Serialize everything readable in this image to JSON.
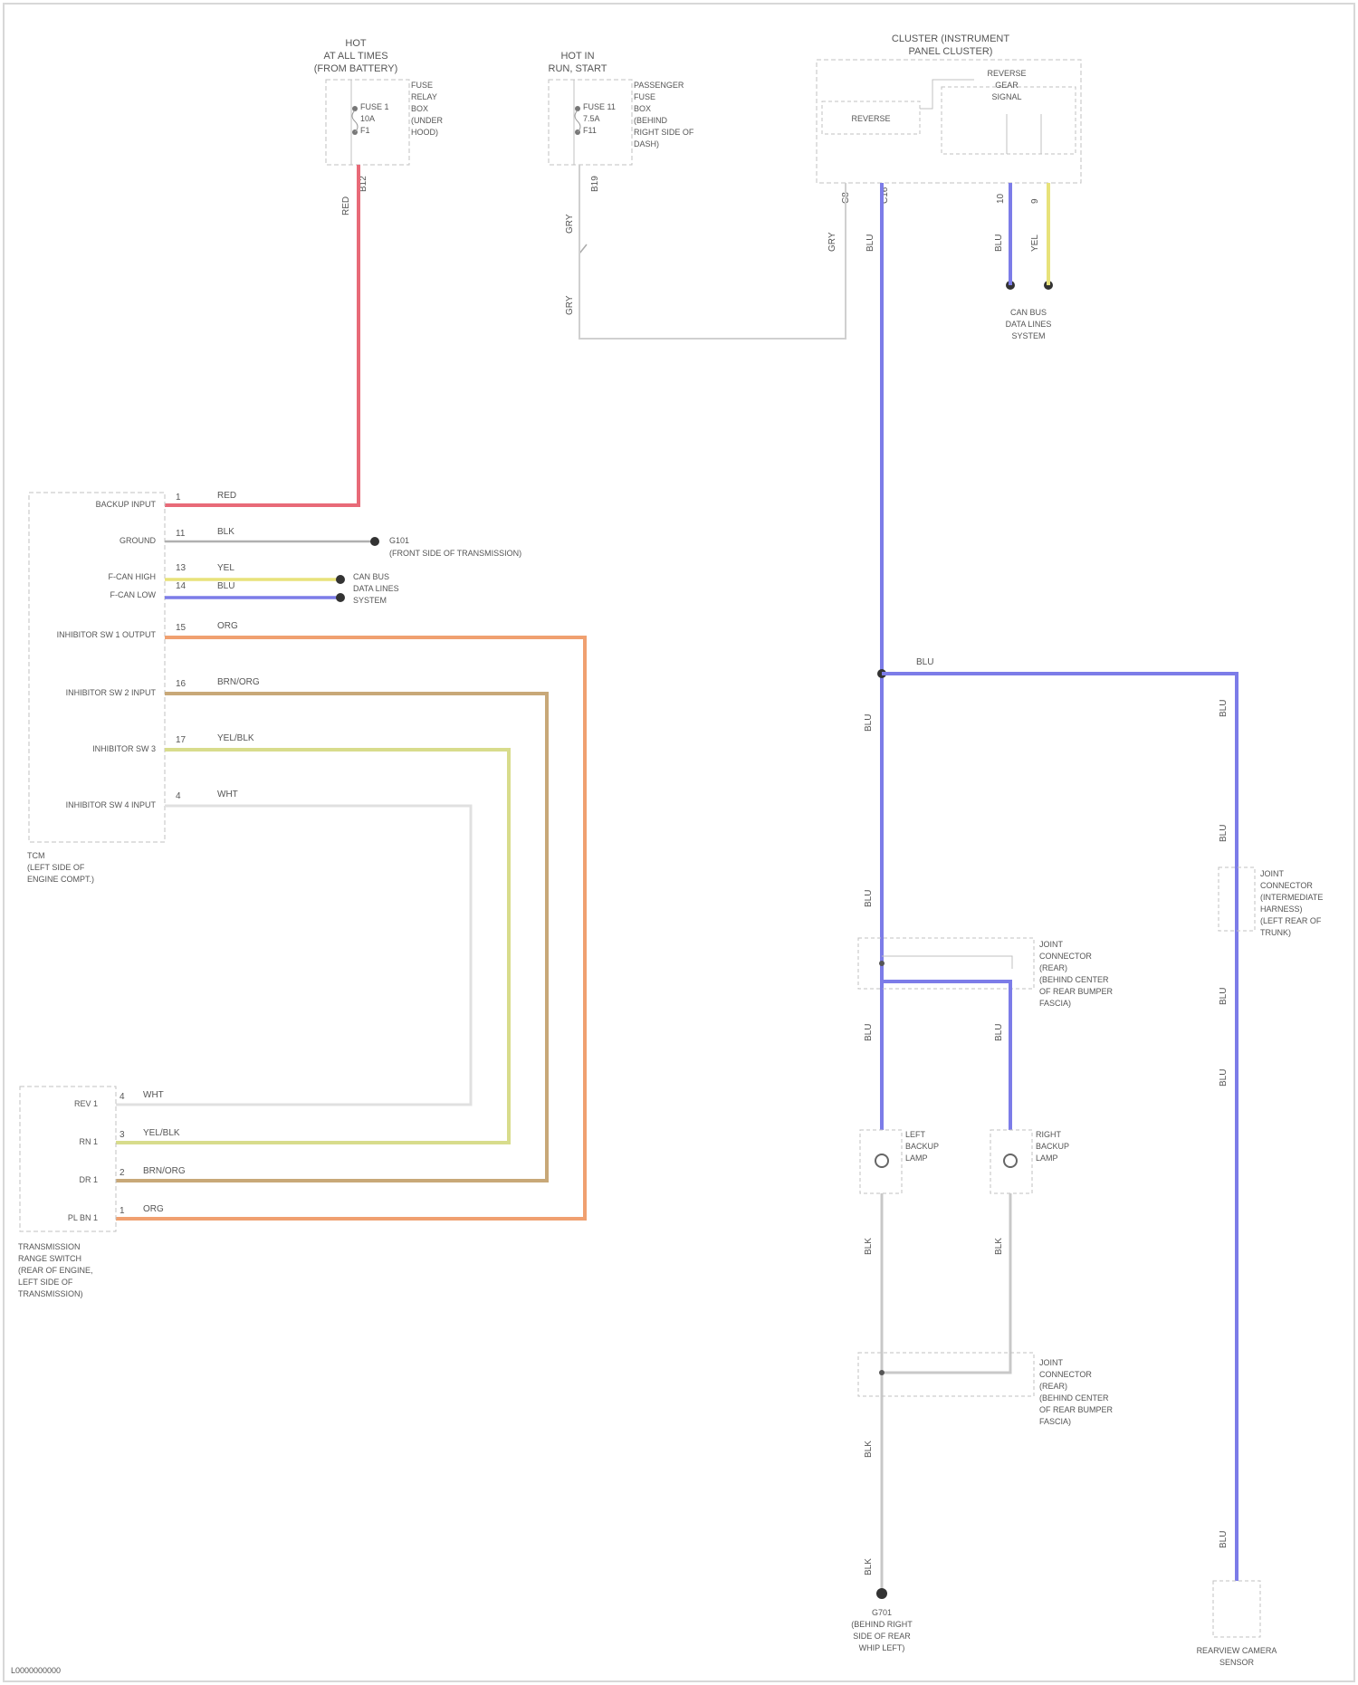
{
  "footer_id": "L0000000000",
  "colors": {
    "red": "#e86a78",
    "blue": "#7c7ce8",
    "yellow": "#e8e27a",
    "orange": "#f0a070",
    "olive": "#c8a878",
    "lime": "#d8dc8c",
    "gray": "#b0b0b0",
    "light": "#d0d0d0",
    "border": "#c8c8c8"
  },
  "fuse_hot_at_all_times": {
    "title": [
      "HOT",
      "AT ALL TIMES",
      "(FROM BATTERY)"
    ],
    "fuse": [
      "FUSE 1",
      "10A",
      "F1"
    ],
    "desc": [
      "FUSE",
      "RELAY",
      "BOX",
      "(UNDER",
      "HOOD)"
    ],
    "pin": "B12",
    "wire": "RED"
  },
  "fuse_hot_in_run": {
    "title": [
      "HOT IN",
      "RUN, START"
    ],
    "fuse": [
      "FUSE 11",
      "7.5A",
      "F11"
    ],
    "desc": [
      "PASSENGER",
      "FUSE",
      "BOX",
      "(BEHIND",
      "RIGHT SIDE OF",
      "DASH)"
    ],
    "pin": "B19",
    "wire": "GRY"
  },
  "cluster": {
    "title": [
      "CLUSTER (INSTRUMENT",
      "PANEL CLUSTER)"
    ],
    "inner_left": "REVERSE",
    "inner_right": [
      "REVERSE",
      "GEAR",
      "SIGNAL"
    ],
    "pins_left": [
      "C8",
      "C16"
    ],
    "pins_right": [
      "10",
      "9"
    ],
    "wires": [
      "GRY",
      "BLU",
      "BLU",
      "YEL"
    ]
  },
  "can_system": [
    "CAN BUS",
    "DATA LINES",
    "SYSTEM"
  ],
  "tcm": {
    "name": [
      "TCM",
      "(LEFT SIDE OF",
      "ENGINE COMPT.)"
    ],
    "rows": [
      {
        "label": "BACKUP INPUT",
        "pin": "1",
        "wire": "RED"
      },
      {
        "label": "GROUND",
        "pin": "11",
        "wire": "BLK"
      },
      {
        "label": "F-CAN HIGH",
        "pin": "13",
        "wire": "YEL"
      },
      {
        "label": "F-CAN LOW",
        "pin": "14",
        "wire": "BLU"
      },
      {
        "label": "INHIBITOR SW 1 OUTPUT",
        "pin": "15",
        "wire": "ORG"
      },
      {
        "label": "INHIBITOR SW 2 INPUT",
        "pin": "16",
        "wire": "BRN/ORG"
      },
      {
        "label": "INHIBITOR SW 3",
        "pin": "17",
        "wire": "YEL/BLK"
      },
      {
        "label": "INHIBITOR SW 4 INPUT",
        "pin": "4",
        "wire": "WHT"
      }
    ],
    "ground_ref": [
      "G101",
      "(FRONT SIDE OF TRANSMISSION)"
    ],
    "can_ref": [
      "CAN BUS",
      "DATA LINES",
      "SYSTEM"
    ]
  },
  "trans_range_switch": {
    "name": [
      "TRANSMISSION",
      "RANGE SWITCH",
      "(REAR OF ENGINE,",
      "LEFT SIDE OF",
      "TRANSMISSION)"
    ],
    "rows": [
      {
        "label": "REV 1",
        "pin": "4",
        "wire": "WHT"
      },
      {
        "label": "RN 1",
        "pin": "3",
        "wire": "YEL/BLK"
      },
      {
        "label": "DR 1",
        "pin": "2",
        "wire": "BRN/ORG"
      },
      {
        "label": "PL BN 1",
        "pin": "1",
        "wire": "ORG"
      }
    ]
  },
  "splice_label": "BLU",
  "wire_labels": {
    "blu": "BLU",
    "gry": "GRY",
    "blk": "BLK",
    "red": "RED"
  },
  "connector_1": [
    "JOINT",
    "CONNECTOR",
    "(INTERMEDIATE",
    "HARNESS)",
    "(LEFT REAR OF",
    "TRUNK)"
  ],
  "connector_2": [
    "JOINT",
    "CONNECTOR",
    "(REAR)",
    "(BEHIND CENTER",
    "OF REAR BUMPER",
    "FASCIA)"
  ],
  "connector_3": [
    "JOINT",
    "CONNECTOR",
    "(REAR)",
    "(BEHIND CENTER",
    "OF REAR BUMPER",
    "FASCIA)"
  ],
  "lamps": {
    "left": [
      "LEFT",
      "BACKUP",
      "LAMP"
    ],
    "right": [
      "RIGHT",
      "BACKUP",
      "LAMP"
    ]
  },
  "ground_g701": [
    "G701",
    "(BEHIND RIGHT",
    "SIDE OF REAR",
    "WHIP LEFT)"
  ],
  "rearview_camera": [
    "REARVIEW CAMERA",
    "SENSOR"
  ],
  "pins": {
    "fuse1_top": "B12",
    "splice_wires": [
      "BLU",
      "BLU",
      "BLU",
      "BLU",
      "GRY",
      "BLK"
    ]
  }
}
